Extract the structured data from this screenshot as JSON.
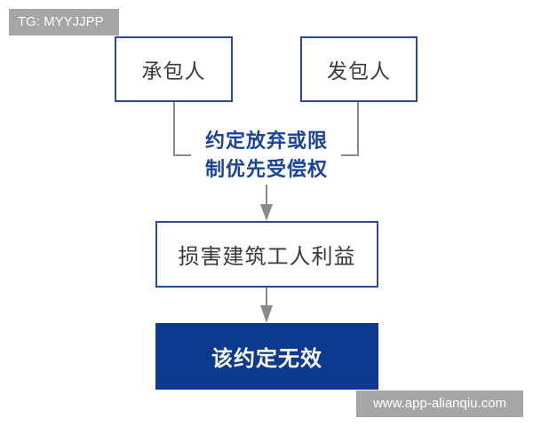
{
  "watermarks": {
    "top_left": "TG: MYYJJPP",
    "bottom_right": "www.app-alianqiu.com"
  },
  "diagram": {
    "nodes": {
      "contractor": "承包人",
      "employer": "发包人",
      "agreement_line1": "约定放弃或限",
      "agreement_line2": "制优先受偿权",
      "harm": "损害建筑工人利益",
      "result": "该约定无效"
    },
    "colors": {
      "box_border": "#2a4b91",
      "agreement_text": "#1a4496",
      "result_fill": "#0d3a8e",
      "connector": "#8a8a8a",
      "watermark_bg": "#a6a6a6"
    }
  }
}
